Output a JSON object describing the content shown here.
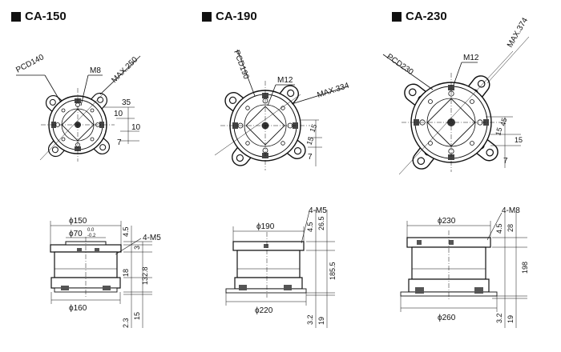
{
  "models": [
    {
      "title": "CA-150",
      "top": {
        "pcd": "PCD140",
        "thread": "M8",
        "max": "MAX.250",
        "dims": [
          "35",
          "10",
          "10",
          "7"
        ]
      },
      "side": {
        "top_dia": "ϕ150",
        "pilot_dia": "ϕ70",
        "pilot_tol_upper": "0.0",
        "pilot_tol_lower": "-0.2",
        "base_dia": "ϕ160",
        "tap": "4-M5",
        "dims_v": [
          "4.5",
          "3",
          "18",
          "132.8",
          "2.3",
          "15"
        ]
      }
    },
    {
      "title": "CA-190",
      "top": {
        "pcd": "PCD190",
        "thread": "M12",
        "max": "MAX.334",
        "dims": [
          "15",
          "15",
          "7"
        ]
      },
      "side": {
        "top_dia": "ϕ190",
        "base_dia": "ϕ220",
        "tap": "4-M5",
        "dims_v": [
          "4.5",
          "26.5",
          "185.5",
          "3.2",
          "19"
        ]
      }
    },
    {
      "title": "CA-230",
      "top": {
        "pcd": "PCD230",
        "thread": "M12",
        "max": "MAX.374",
        "dims": [
          "45",
          "15",
          "15",
          "7"
        ]
      },
      "side": {
        "top_dia": "ϕ230",
        "base_dia": "ϕ260",
        "tap": "4-M8",
        "dims_v": [
          "4.5",
          "28",
          "198",
          "3.2",
          "19"
        ]
      }
    }
  ]
}
